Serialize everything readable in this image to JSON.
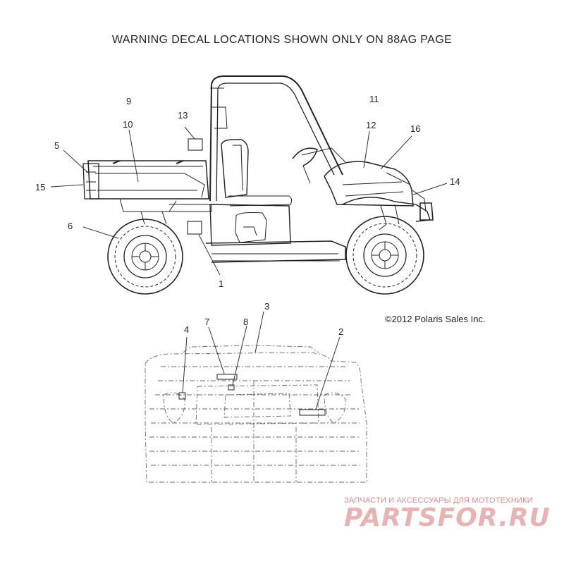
{
  "header": {
    "title": "WARNING DECAL LOCATIONS SHOWN ONLY ON 88AG PAGE"
  },
  "copyright": "©2012 Polaris Sales Inc.",
  "callouts": {
    "c1": "1",
    "c2": "2",
    "c3": "3",
    "c4": "4",
    "c5": "5",
    "c6": "6",
    "c7": "7",
    "c8": "8",
    "c9": "9",
    "c10": "10",
    "c11": "11",
    "c12": "12",
    "c13": "13",
    "c14": "14",
    "c15": "15",
    "c16": "16"
  },
  "watermark": {
    "tagline": "ЗАПЧАСТИ И АКСЕССУАРЫ ДЛЯ МОТОТЕХНИКИ",
    "logo": "PARTSFOR.RU",
    "color": "#e7b3b3"
  }
}
